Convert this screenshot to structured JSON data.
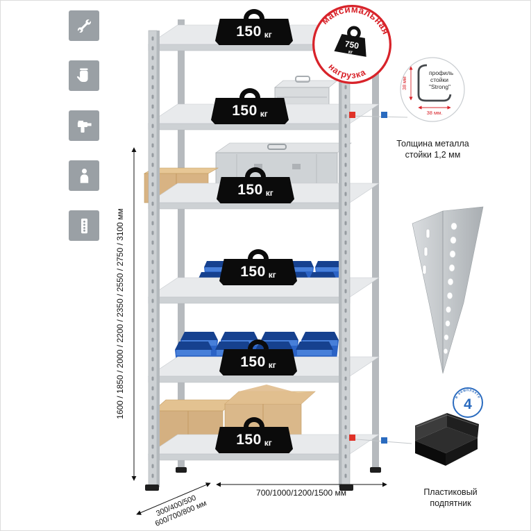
{
  "accent_colors": {
    "red": "#d8232a",
    "blue": "#2a6bbf",
    "black": "#0b0b0b",
    "gray": "#9aa0a5"
  },
  "sidebar": {
    "icons": [
      {
        "name": "wrench-icon"
      },
      {
        "name": "gloves-icon"
      },
      {
        "name": "drill-icon"
      },
      {
        "name": "person-icon"
      },
      {
        "name": "perforated-profile-icon"
      }
    ]
  },
  "shelves": [
    {
      "load": "150",
      "unit": "кг"
    },
    {
      "load": "150",
      "unit": "кг"
    },
    {
      "load": "150",
      "unit": "кг"
    },
    {
      "load": "150",
      "unit": "кг"
    },
    {
      "load": "150",
      "unit": "кг"
    },
    {
      "load": "150",
      "unit": "кг"
    }
  ],
  "stamp": {
    "top_text": "максимальная",
    "bottom_text": "нагрузка",
    "value": "750",
    "unit": "кг"
  },
  "dimensions": {
    "height": "1600 / 1850 / 2000 / 2200 / 2350 / 2550 / 2750 / 3100 мм",
    "depth_line1": "300/400/500",
    "depth_line2": "600/700/800 мм",
    "width": "700/1000/1200/1500 мм"
  },
  "profile_callout": {
    "label_line1": "профиль",
    "label_line2": "стойки",
    "label_line3": "\"Strong\"",
    "dim_vertical": "38 мм",
    "dim_horizontal": "38 мм.",
    "caption_line1": "Толщина металла",
    "caption_line2": "стойки 1,2 мм"
  },
  "foot_callout": {
    "badge_number": "4",
    "badge_text": "в комплекте",
    "caption_line1": "Пластиковый",
    "caption_line2": "подпятник"
  }
}
